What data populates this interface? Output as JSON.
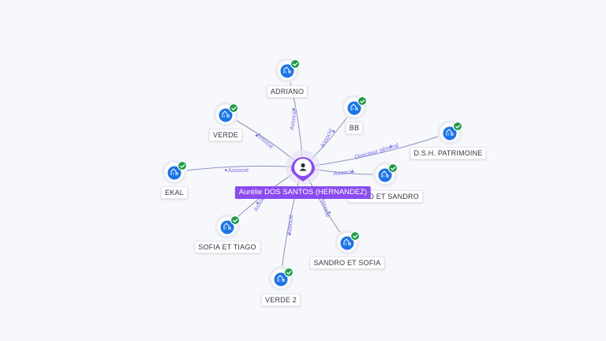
{
  "center": {
    "name": "Aurélie DOS SANTOS (HERNANDEZ)",
    "icon": "person-icon",
    "accent": "#8a4cf0"
  },
  "nodes": [
    {
      "id": "adriano",
      "label": "ADRIANO",
      "relation": "Associé",
      "icon": "company-icon",
      "status": "verified-check-icon"
    },
    {
      "id": "bb",
      "label": "BB",
      "relation": "Associé",
      "icon": "company-icon",
      "status": "verified-check-icon"
    },
    {
      "id": "dsh",
      "label": "D.S.H. PATRIMOINE",
      "relation": "Directeur général",
      "icon": "company-icon",
      "status": "verified-check-icon"
    },
    {
      "id": "tiago-sandro",
      "label": "TIAGO ET SANDRO",
      "relation": "Associé",
      "icon": "company-icon",
      "status": "verified-check-icon"
    },
    {
      "id": "sandro-sofia",
      "label": "SANDRO ET SOFIA",
      "relation": "Associé",
      "icon": "company-icon",
      "status": "verified-check-icon"
    },
    {
      "id": "verde2",
      "label": "VERDE 2",
      "relation": "Associé",
      "icon": "company-icon",
      "status": "verified-check-icon"
    },
    {
      "id": "sofia-tiago",
      "label": "SOFIA ET TIAGO",
      "relation": "Associé",
      "icon": "company-icon",
      "status": "verified-check-icon"
    },
    {
      "id": "ekal",
      "label": "EKAL",
      "relation": "Associé",
      "icon": "company-icon",
      "status": "verified-check-icon"
    },
    {
      "id": "verde",
      "label": "VERDE",
      "relation": "Associé",
      "icon": "company-icon",
      "status": "verified-check-icon"
    }
  ],
  "colors": {
    "company": "#1b74e8",
    "verified": "#1f9a4a",
    "edge": "#6b6fb0",
    "edge_label": "#7a6cf0"
  }
}
